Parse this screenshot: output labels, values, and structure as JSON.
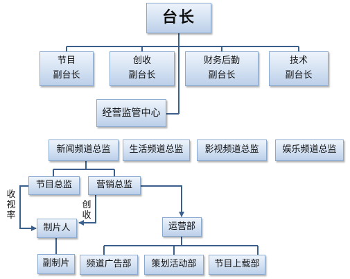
{
  "nodes": {
    "director": "台长",
    "vp_program": [
      "节目",
      "副台长"
    ],
    "vp_revenue": [
      "创收",
      "副台长"
    ],
    "vp_finance": [
      "财务后勤",
      "副台长"
    ],
    "vp_tech": [
      "技术",
      "副台长"
    ],
    "ops_center": "经营监管中心",
    "news_dir": "新闻频道总监",
    "life_dir": "生活频道总监",
    "film_dir": "影视频道总监",
    "ent_dir": "娱乐频道总监",
    "program_dir": "节目总监",
    "marketing_dir": "营销总监",
    "producer": "制片人",
    "operations": "运营部",
    "assoc_producer": "副制片",
    "ad_dept": "频道广告部",
    "events_dept": "策划活动部",
    "upload_dept": "节目上载部"
  },
  "labels": {
    "ratings": "收视率",
    "revenue": "创收"
  },
  "colors": {
    "line": "#3b5f8c",
    "box_border": "#8aa9cf"
  }
}
